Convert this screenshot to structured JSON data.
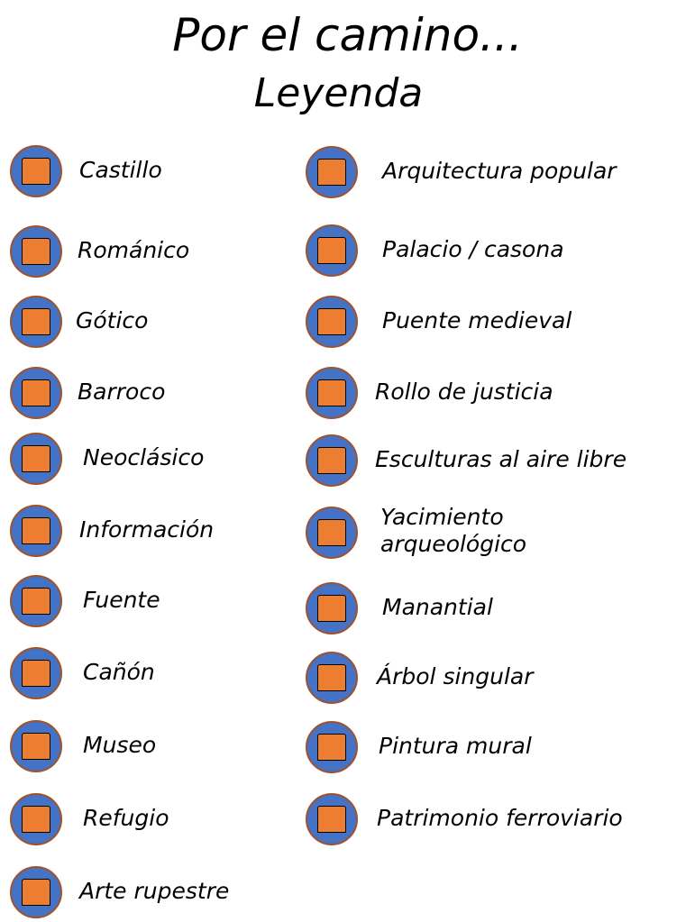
{
  "title": "Por el camino...",
  "subtitle": "Leyenda",
  "colors": {
    "icon_bg": "#4472C4",
    "icon_fg": "#ED7D31"
  },
  "left": [
    {
      "label": "Castillo",
      "icon": "castle-icon"
    },
    {
      "label": "Románico",
      "icon": "romanesque-arch-icon"
    },
    {
      "label": "Gótico",
      "icon": "rose-window-icon"
    },
    {
      "label": "Barroco",
      "icon": "baroque-tower-icon"
    },
    {
      "label": "Neoclásico",
      "icon": "neoclassical-building-icon"
    },
    {
      "label": "Información",
      "icon": "info-icon"
    },
    {
      "label": "Fuente",
      "icon": "fountain-icon"
    },
    {
      "label": "Cañón",
      "icon": "canyon-icon"
    },
    {
      "label": "Museo",
      "icon": "museum-icon"
    },
    {
      "label": "Refugio",
      "icon": "shelter-icon"
    },
    {
      "label": "Arte rupestre",
      "icon": "rock-art-icon"
    }
  ],
  "right": [
    {
      "label": "Arquitectura popular",
      "icon": "popular-architecture-icon"
    },
    {
      "label": "Palacio / casona",
      "icon": "palace-icon"
    },
    {
      "label": "Puente medieval",
      "icon": "bridge-icon"
    },
    {
      "label": "Rollo de justicia",
      "icon": "pillory-icon"
    },
    {
      "label": "Esculturas al aire libre",
      "icon": "sculpture-icon"
    },
    {
      "label": "Yacimiento arqueológico",
      "icon": "archaeological-site-icon"
    },
    {
      "label": "Manantial",
      "icon": "spring-icon"
    },
    {
      "label": "Árbol singular",
      "icon": "tree-icon"
    },
    {
      "label": "Pintura mural",
      "icon": "mural-icon"
    },
    {
      "label": "Patrimonio ferroviario",
      "icon": "railway-icon"
    }
  ]
}
